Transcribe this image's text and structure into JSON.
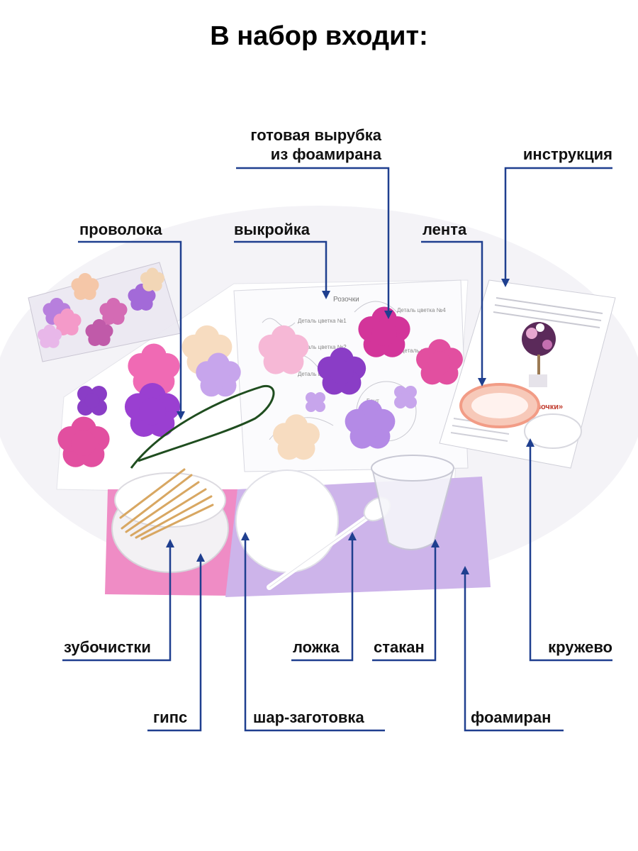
{
  "heading": "В набор входит:",
  "labels": {
    "wire": "проволока",
    "pattern": "выкройка",
    "cutout_line1": "готовая вырубка",
    "cutout_line2": "из фоамирана",
    "ribbon": "лента",
    "instruction": "инструкция",
    "toothpicks": "зубочистки",
    "gypsum": "гипс",
    "ball_blank": "шар-заготовка",
    "spoon": "ложка",
    "cup": "стакан",
    "foamiran": "фоамиран",
    "lace": "кружево"
  },
  "sheet_text": {
    "pattern_title": "Розочки",
    "detail1": "Деталь цветка №1",
    "detail2": "Деталь цветка №2",
    "detail3": "Деталь цветка №3",
    "detail4": "Деталь цветка №4",
    "detail5": "Деталь цветка №5",
    "base": "Бант",
    "booklet_title": "«Розочки»"
  },
  "colors": {
    "leader_line": "#1f3f8f",
    "pink": "#f27fc0",
    "light_pink": "#f7b6d6",
    "magenta": "#d3359a",
    "purple": "#9b4fd0",
    "lilac": "#c7a5ec",
    "cream": "#f7dcc0",
    "pink_felt": "#ef8cc5",
    "lilac_felt": "#cdb4ea"
  }
}
